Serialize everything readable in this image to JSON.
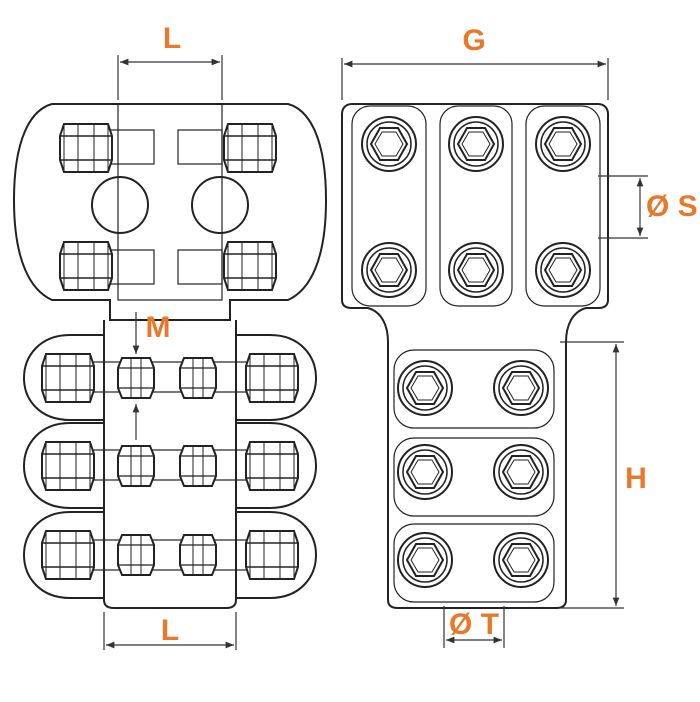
{
  "labels": {
    "top_left_width": "L",
    "bottom_left_width": "L",
    "spacing": "M",
    "overall_width": "G",
    "hole_dia_upper": "Ø S",
    "lower_height": "H",
    "hole_dia_lower": "Ø T"
  },
  "colors": {
    "accent": "#E8782A",
    "line": "#222222"
  }
}
